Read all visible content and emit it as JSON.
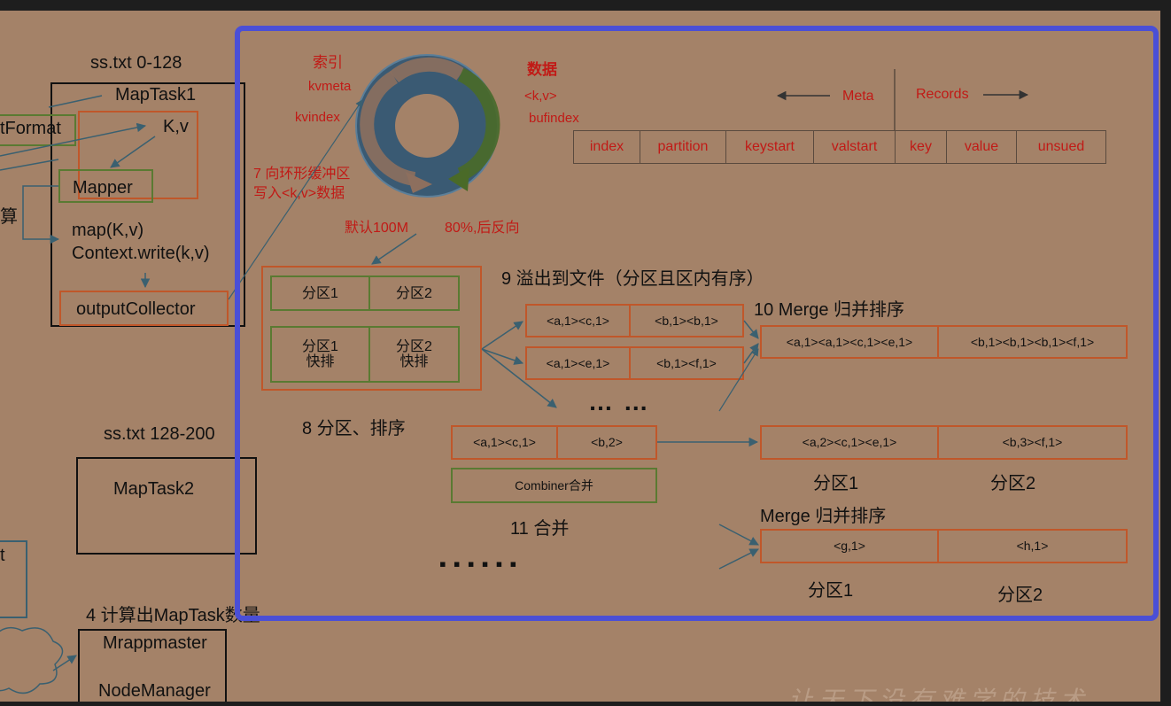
{
  "left": {
    "ss1_label": "ss.txt 0-128",
    "maptask1": "MapTask1",
    "format_label": "tFormat",
    "kv": "K,v",
    "mapper": "Mapper",
    "suan": "算",
    "map_fn": "map(K,v)",
    "context_write": "Context.write(k,v)",
    "output_collector": "outputCollector",
    "ss2_label": "ss.txt 128-200",
    "maptask2": "MapTask2",
    "partial_t": "t",
    "step4": "4 计算出MapTask数量",
    "mrappmaster": "Mrappmaster",
    "nodemanager": "NodeManager"
  },
  "ring": {
    "index_label": "索引",
    "kvmeta": "kvmeta",
    "kvindex": "kvindex",
    "data_label": "数据",
    "kv": "<k,v>",
    "bufindex": "bufindex",
    "step7_line1": "7 向环形缓冲区",
    "step7_line2": "写入<k,v>数据",
    "default": "默认100M",
    "reverse": "80%,后反向"
  },
  "meta_table": {
    "meta_label": "Meta",
    "records_label": "Records",
    "cells": [
      "index",
      "partition",
      "keystart",
      "valstart",
      "key",
      "value",
      "unsued"
    ]
  },
  "partition_block": {
    "p1": "分区1",
    "p2": "分区2",
    "p1_sort": "分区1\n快排",
    "p2_sort": "分区2\n快排",
    "step8": "8 分区、排序"
  },
  "spill": {
    "step9": "9 溢出到文件（分区且区内有序）",
    "row1": [
      "<a,1><c,1>",
      "<b,1><b,1>"
    ],
    "row2": [
      "<a,1><e,1>",
      "<b,1><f,1>"
    ],
    "dots": "… …"
  },
  "merge": {
    "step10": "10 Merge 归并排序",
    "row": [
      "<a,1><a,1><c,1><e,1>",
      "<b,1><b,1><b,1><f,1>"
    ]
  },
  "combine": {
    "row": [
      "<a,1><c,1>",
      "<b,2>"
    ],
    "combiner": "Combiner合并",
    "step11": "11 合并",
    "result": [
      "<a,2><c,1><e,1>",
      "<b,3><f,1>"
    ],
    "p1": "分区1",
    "p2": "分区2"
  },
  "merge2": {
    "title": "Merge 归并排序",
    "row": [
      "<g,1>",
      "<h,1>"
    ],
    "p1": "分区1",
    "p2": "分区2"
  },
  "bottom_dots": "▪ ▪ ▪    ▪ ▪ ▪",
  "watermark": "让天下没有难学的技术",
  "colors": {
    "background": "#a48268",
    "highlight_frame": "#4a4fd6",
    "box_orange": "#c0572a",
    "box_green": "#5a7a32",
    "text_red": "#c11a16",
    "ring_blue": "#3a5a73"
  }
}
